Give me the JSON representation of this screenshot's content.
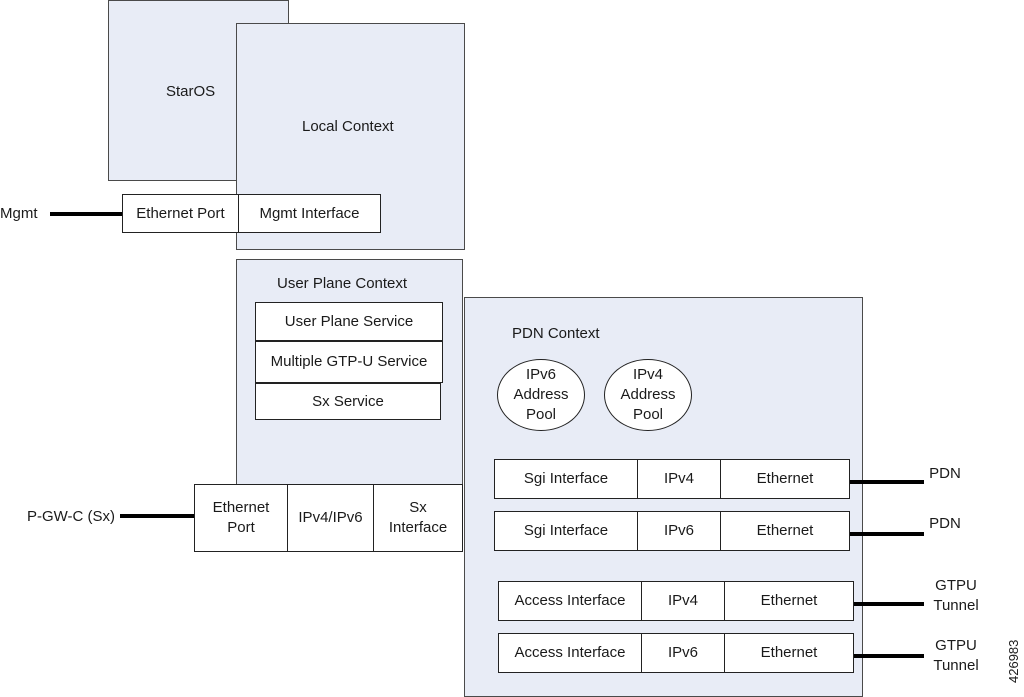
{
  "staros": {
    "label": "StarOS"
  },
  "local_context": {
    "label": "Local Context",
    "ethernet_port": "Ethernet Port",
    "mgmt_interface": "Mgmt Interface"
  },
  "mgmt": {
    "label": "Mgmt"
  },
  "user_plane_context": {
    "label": "User Plane Context",
    "services": [
      "User Plane Service",
      "Multiple GTP-U Service",
      "Sx Service"
    ],
    "port_row": [
      "Ethernet\nPort",
      "IPv4/IPv6",
      "Sx\nInterface"
    ]
  },
  "pgw": {
    "label": "P-GW-C (Sx)"
  },
  "pdn_context": {
    "label": "PDN Context",
    "pools": [
      "IPv6\nAddress\nPool",
      "IPv4\nAddress\nPool"
    ],
    "rows": [
      {
        "cells": [
          "Sgi Interface",
          "IPv4",
          "Ethernet"
        ],
        "ext": "PDN"
      },
      {
        "cells": [
          "Sgi Interface",
          "IPv6",
          "Ethernet"
        ],
        "ext": "PDN"
      },
      {
        "cells": [
          "Access Interface",
          "IPv4",
          "Ethernet"
        ],
        "ext": "GTPU\nTunnel"
      },
      {
        "cells": [
          "Access  Interface",
          "IPv6",
          "Ethernet"
        ],
        "ext": "GTPU\nTunnel"
      }
    ]
  },
  "figure_id": "426983"
}
